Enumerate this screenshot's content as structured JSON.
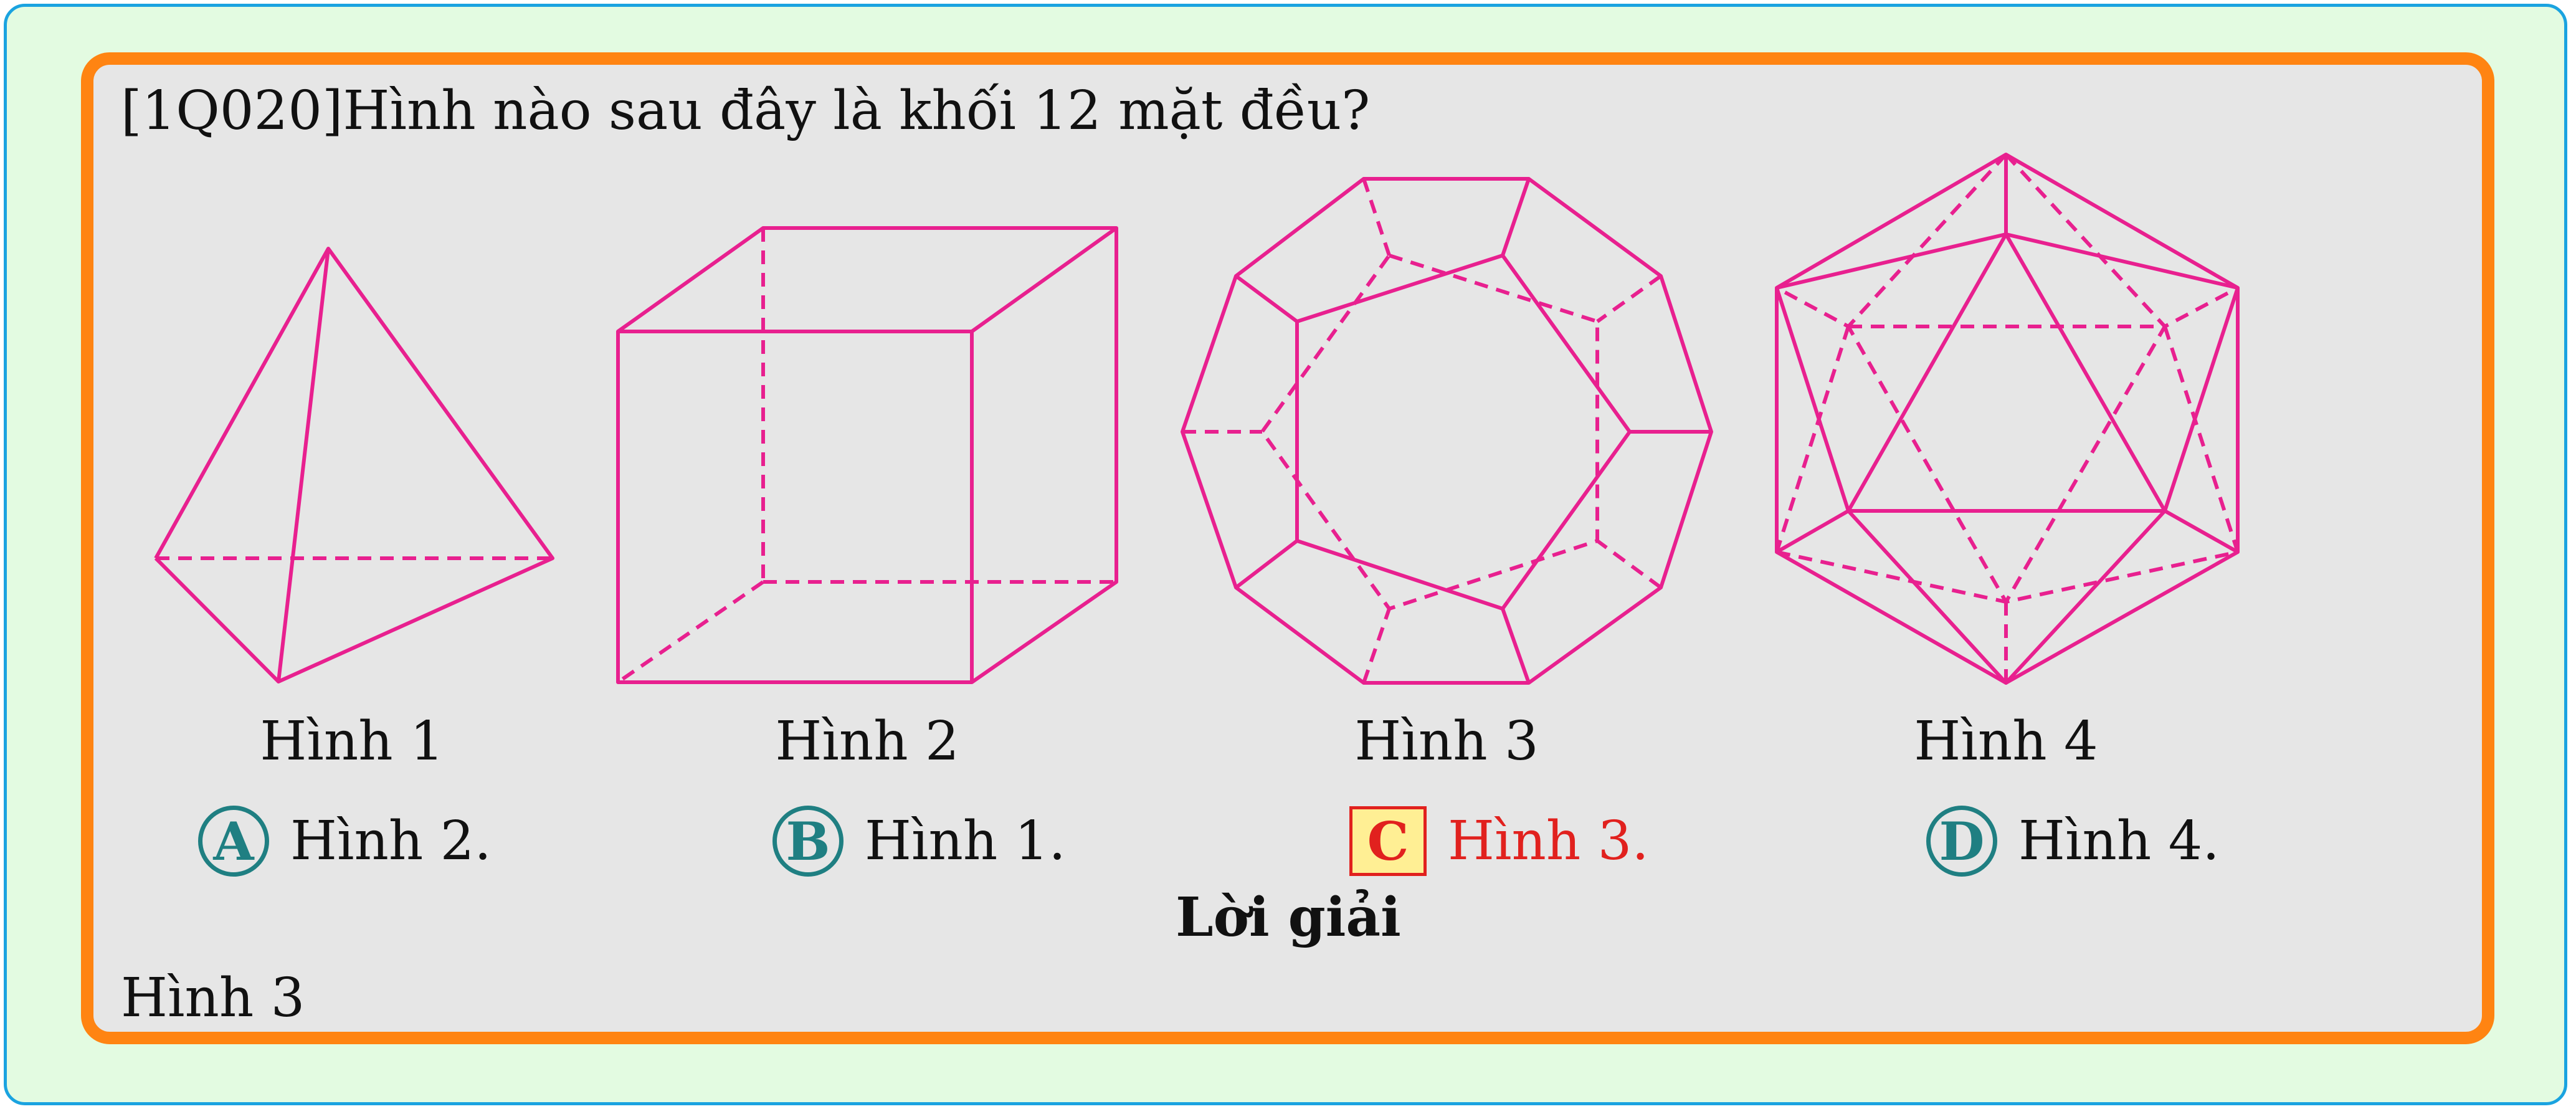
{
  "question": "[1Q020]Hình nào sau đây là khối 12 mặt đều?",
  "figures": [
    {
      "caption": "Hình 1"
    },
    {
      "caption": "Hình 2"
    },
    {
      "caption": "Hình 3"
    },
    {
      "caption": "Hình 4"
    }
  ],
  "options": [
    {
      "letter": "A",
      "text": "Hình 2.",
      "correct": false
    },
    {
      "letter": "B",
      "text": "Hình 1.",
      "correct": false
    },
    {
      "letter": "C",
      "text": "Hình 3.",
      "correct": true
    },
    {
      "letter": "D",
      "text": "Hình 4.",
      "correct": false
    }
  ],
  "solution": {
    "title": "Lời giải",
    "answer": "Hình 3"
  },
  "colors": {
    "outer_background": "#e3fbe1",
    "outer_border": "#1aa3e0",
    "card_border": "#ff8412",
    "card_background": "#e6e6e6",
    "figure_stroke": "#e8208f",
    "badge": "#1f7f82",
    "correct": "#e1211e",
    "correct_highlight": "#ffef94"
  }
}
